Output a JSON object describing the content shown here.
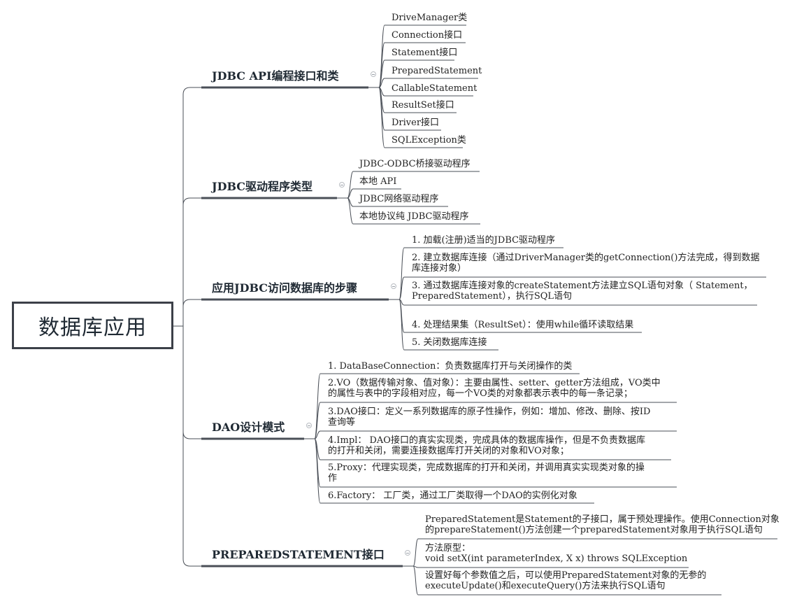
{
  "root": {
    "label": "数据库应用"
  },
  "branches": [
    {
      "label": "JDBC   API编程接口和类",
      "leaves": [
        [
          "DriveManager类"
        ],
        [
          "Connection接口"
        ],
        [
          "Statement接口"
        ],
        [
          "PreparedStatement"
        ],
        [
          "CallableStatement"
        ],
        [
          "ResultSet接口"
        ],
        [
          "Driver接口"
        ],
        [
          "SQLException类"
        ]
      ]
    },
    {
      "label": "JDBC驱动程序类型",
      "leaves": [
        [
          "JDBC-ODBC桥接驱动程序"
        ],
        [
          "本地 API"
        ],
        [
          "JDBC网络驱动程序"
        ],
        [
          "本地协议纯 JDBC驱动程序"
        ]
      ]
    },
    {
      "label": "应用JDBC访问数据库的步骤",
      "leaves": [
        [
          "1. 加载(注册)适当的JDBC驱动程序"
        ],
        [
          "2. 建立数据库连接（通过DriverManager类的getConnection()方法完成，得到数据",
          "库连接对象）"
        ],
        [
          "3. 通过数据库连接对象的createStatement方法建立SQL语句对象（ Statement，",
          "PreparedStatement），执行SQL语句"
        ],
        [
          "4. 处理结果集（ResultSet）：使用while循环读取结果"
        ],
        [
          "5. 关闭数据库连接"
        ]
      ]
    },
    {
      "label": "DAO设计模式",
      "leaves": [
        [
          "1.  DataBaseConnection：负责数据库打开与关闭操作的类"
        ],
        [
          "2.VO（数据传输对象、值对象）：主要由属性、setter、getter方法组成，VO类中",
          "的属性与表中的字段相对应，每一个VO类的对象都表示表中的每一条记录；"
        ],
        [
          "3.DAO接口：定义一系列数据库的原子性操作，例如：增加、修改、删除、按ID",
          "查询等"
        ],
        [
          "4.Impl： DAO接口的真实实现类，完成具体的数据库操作，但是不负责数据库",
          "的打开和关闭，需要连接数据库打开关闭的对象和VO对象；"
        ],
        [
          "5.Proxy：代理实现类，完成数据库的打开和关闭，并调用真实实现类对象的操",
          "作"
        ],
        [
          "6.Factory： 工厂类，通过工厂类取得一个DAO的实例化对象"
        ]
      ]
    },
    {
      "label": "PREPAREDSTATEMENT接口",
      "leaves": [
        [
          "PreparedStatement是Statement的子接口，属于预处理操作。使用Connection对象",
          "的prepareStatement()方法创建一个preparedStatement对象用于执行SQL语句"
        ],
        [
          "方法原型：",
          "   void setX(int parameterIndex, X x) throws SQLException"
        ],
        [
          "设置好每个参数值之后，可以使用PreparedStatement对象的无参的",
          "executeUpdate()和executeQuery()方法来执行SQL语句"
        ]
      ]
    }
  ]
}
